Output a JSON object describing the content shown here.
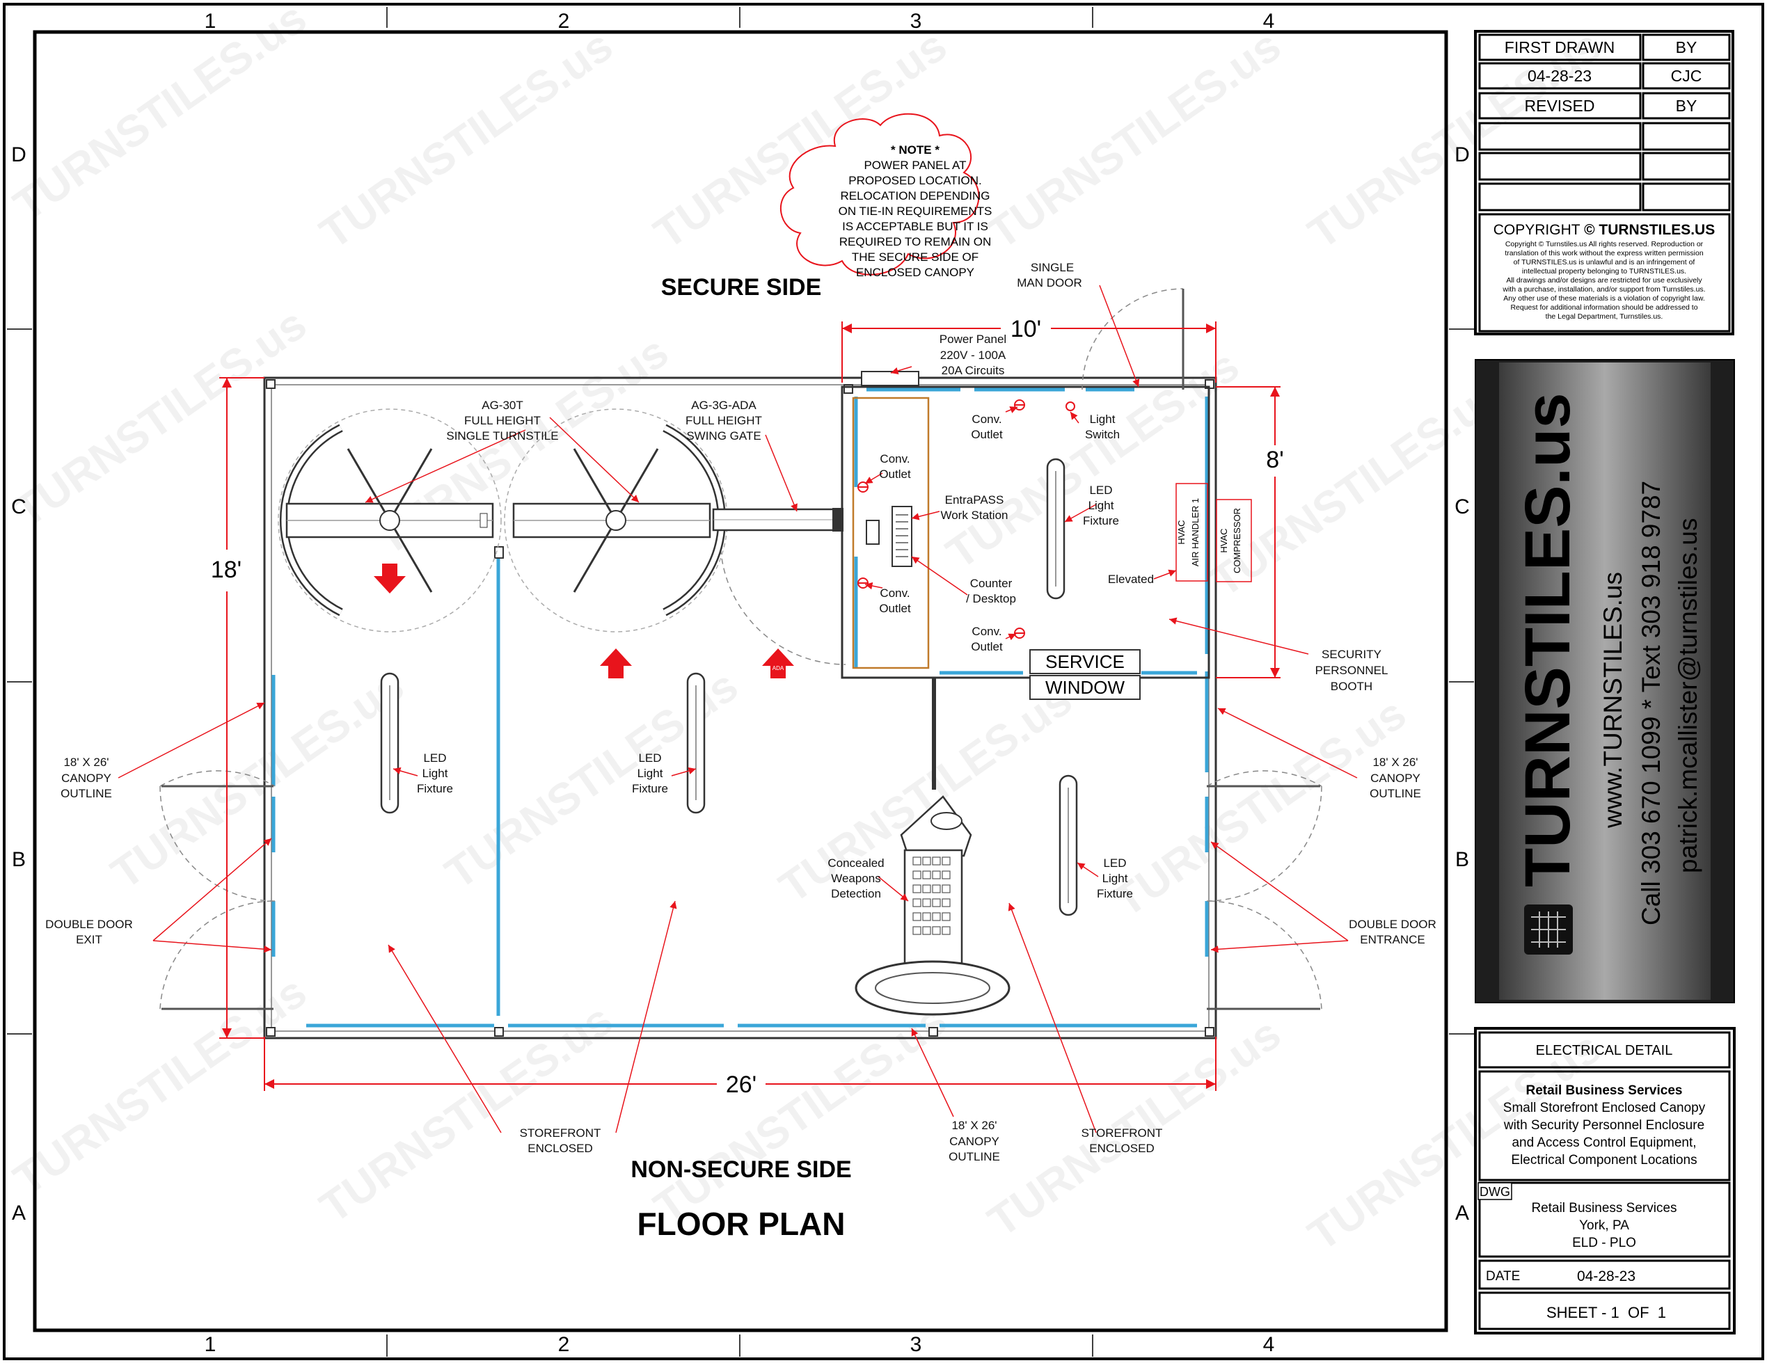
{
  "grid": {
    "columns": [
      "1",
      "2",
      "3",
      "4"
    ],
    "rows": [
      "D",
      "C",
      "B",
      "A"
    ]
  },
  "watermark": "TURNSTILES.us",
  "plan": {
    "secure_side": "SECURE SIDE",
    "non_secure_side": "NON-SECURE SIDE",
    "title": "FLOOR PLAN",
    "dims": {
      "length": "26'",
      "width": "18'",
      "booth_width": "10'",
      "booth_depth": "8'"
    },
    "note": [
      "* NOTE *",
      "POWER PANEL AT",
      "PROPOSED LOCATION.",
      "RELOCATION DEPENDING",
      "ON TIE-IN REQUIREMENTS",
      "IS ACCEPTABLE BUT IT IS",
      "REQUIRED TO REMAIN ON",
      "THE SECURE SIDE OF",
      "ENCLOSED CANOPY"
    ],
    "labels": {
      "turnstile": [
        "AG-30T",
        "FULL HEIGHT",
        "SINGLE TURNSTILE"
      ],
      "swing_gate": [
        "AG-3G-ADA",
        "FULL HEIGHT",
        "SWING GATE"
      ],
      "power_panel": [
        "Power Panel",
        "220V - 100A",
        "20A Circuits"
      ],
      "single_man_door": [
        "SINGLE",
        "MAN DOOR"
      ],
      "conv_outlet_1": [
        "Conv.",
        "Outlet"
      ],
      "conv_outlet_2": [
        "Conv.",
        "Outlet"
      ],
      "conv_outlet_3": [
        "Conv.",
        "Outlet"
      ],
      "conv_outlet_4": [
        "Conv.",
        "Outlet"
      ],
      "light_switch": [
        "Light",
        "Switch"
      ],
      "entrapass": [
        "EntraPASS",
        "Work Station"
      ],
      "led_booth": [
        "LED",
        "Light",
        "Fixture"
      ],
      "hvac_air": [
        "HVAC",
        "AIR HANDLER 1"
      ],
      "hvac_comp": [
        "HVAC",
        "COMPRESSOR"
      ],
      "elevated": "Elevated",
      "counter": [
        "Counter",
        "/ Desktop"
      ],
      "service": "SERVICE",
      "window": "WINDOW",
      "security_booth": [
        "SECURITY",
        "PERSONNEL",
        "BOOTH"
      ],
      "canopy_left": [
        "18' X 26'",
        "CANOPY",
        "OUTLINE"
      ],
      "canopy_right": [
        "18' X 26'",
        "CANOPY",
        "OUTLINE"
      ],
      "canopy_bottom": [
        "18' X 26'",
        "CANOPY",
        "OUTLINE"
      ],
      "led_left": [
        "LED",
        "Light",
        "Fixture"
      ],
      "led_mid": [
        "LED",
        "Light",
        "Fixture"
      ],
      "led_right": [
        "LED",
        "Light",
        "Fixture"
      ],
      "weapons": [
        "Concealed",
        "Weapons",
        "Detection"
      ],
      "double_exit": [
        "DOUBLE DOOR",
        "EXIT"
      ],
      "double_entrance": [
        "DOUBLE DOOR",
        "ENTRANCE"
      ],
      "storefront_left": [
        "STOREFRONT",
        "ENCLOSED"
      ],
      "storefront_right": [
        "STOREFRONT",
        "ENCLOSED"
      ],
      "ada_badge": "ADA"
    }
  },
  "title_block": {
    "first_drawn_label": "FIRST DRAWN",
    "by_label_1": "BY",
    "first_drawn_date": "04-28-23",
    "first_drawn_by": "CJC",
    "revised_label": "REVISED",
    "by_label_2": "BY",
    "copyright_prefix": "COPYRIGHT",
    "copyright_symbol": "©",
    "copyright_brand": "TURNSTILES.US",
    "copyright_text": [
      "Copyright © Turnstiles.us All rights reserved. Reproduction or",
      "translation of this work without the express written permission",
      "of TURNSTILES.us is unlawful and is an infringement of",
      "intellectual property belonging to TURNSTILES.us.",
      "All drawings and/or designs are restricted for use exclusively",
      "with a purchase, installation, and/or support from Turnstiles.us.",
      "Any other use of these materials is a violation of copyright law.",
      "Request for additional information should be addressed to",
      "the Legal Department, Turnstiles.us."
    ],
    "logo": {
      "brand": "TURNSTILES.us",
      "web": "www.TURNSTILES.us",
      "phone": "Call 303 670 1099 * Text 303 918 9787",
      "email": "patrick.mcallister@turnstiles.us"
    },
    "detail_title": "ELECTRICAL DETAIL",
    "project_bold": "Retail Business Services",
    "project_desc": [
      "Small Storefront Enclosed Canopy",
      "with Security Personnel Enclosure",
      "and Access Control Equipment,",
      "Electrical Component Locations"
    ],
    "dwg_label": "DWG",
    "dwg_lines": [
      "Retail Business Services",
      "York, PA",
      "ELD - PLO"
    ],
    "date_label": "DATE",
    "date_value": "04-28-23",
    "sheet": "SHEET - 1  OF  1"
  },
  "colors": {
    "red": "#e8141c",
    "glass": "#3aa6d8",
    "booth_counter": "#c07a2a"
  }
}
